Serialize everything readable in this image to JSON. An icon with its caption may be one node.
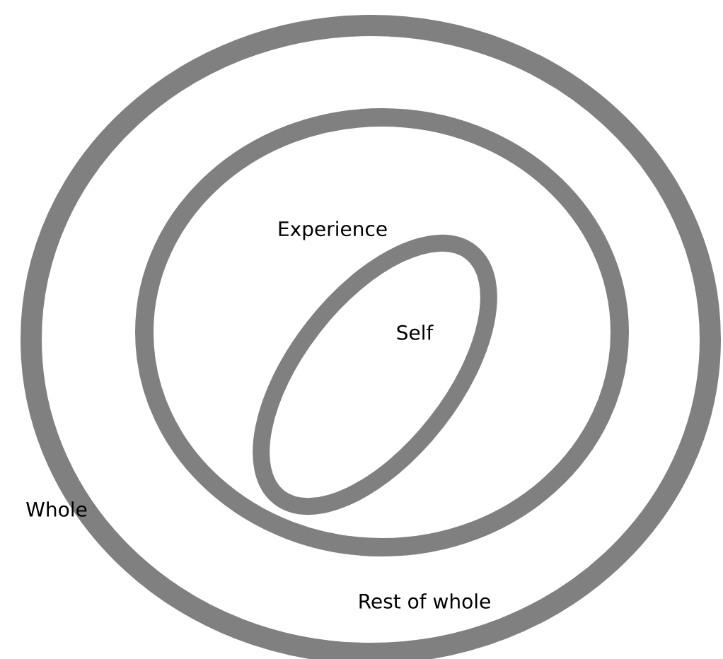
{
  "diagram": {
    "nodes": [
      {
        "text": [
          "Whole"
        ]
      },
      {
        "text": [
          "Experience"
        ],
        "in": 0
      },
      {
        "text": [
          "Self"
        ],
        "in": 1
      }
    ],
    "labels": [
      "Rest of whole"
    ]
  }
}
